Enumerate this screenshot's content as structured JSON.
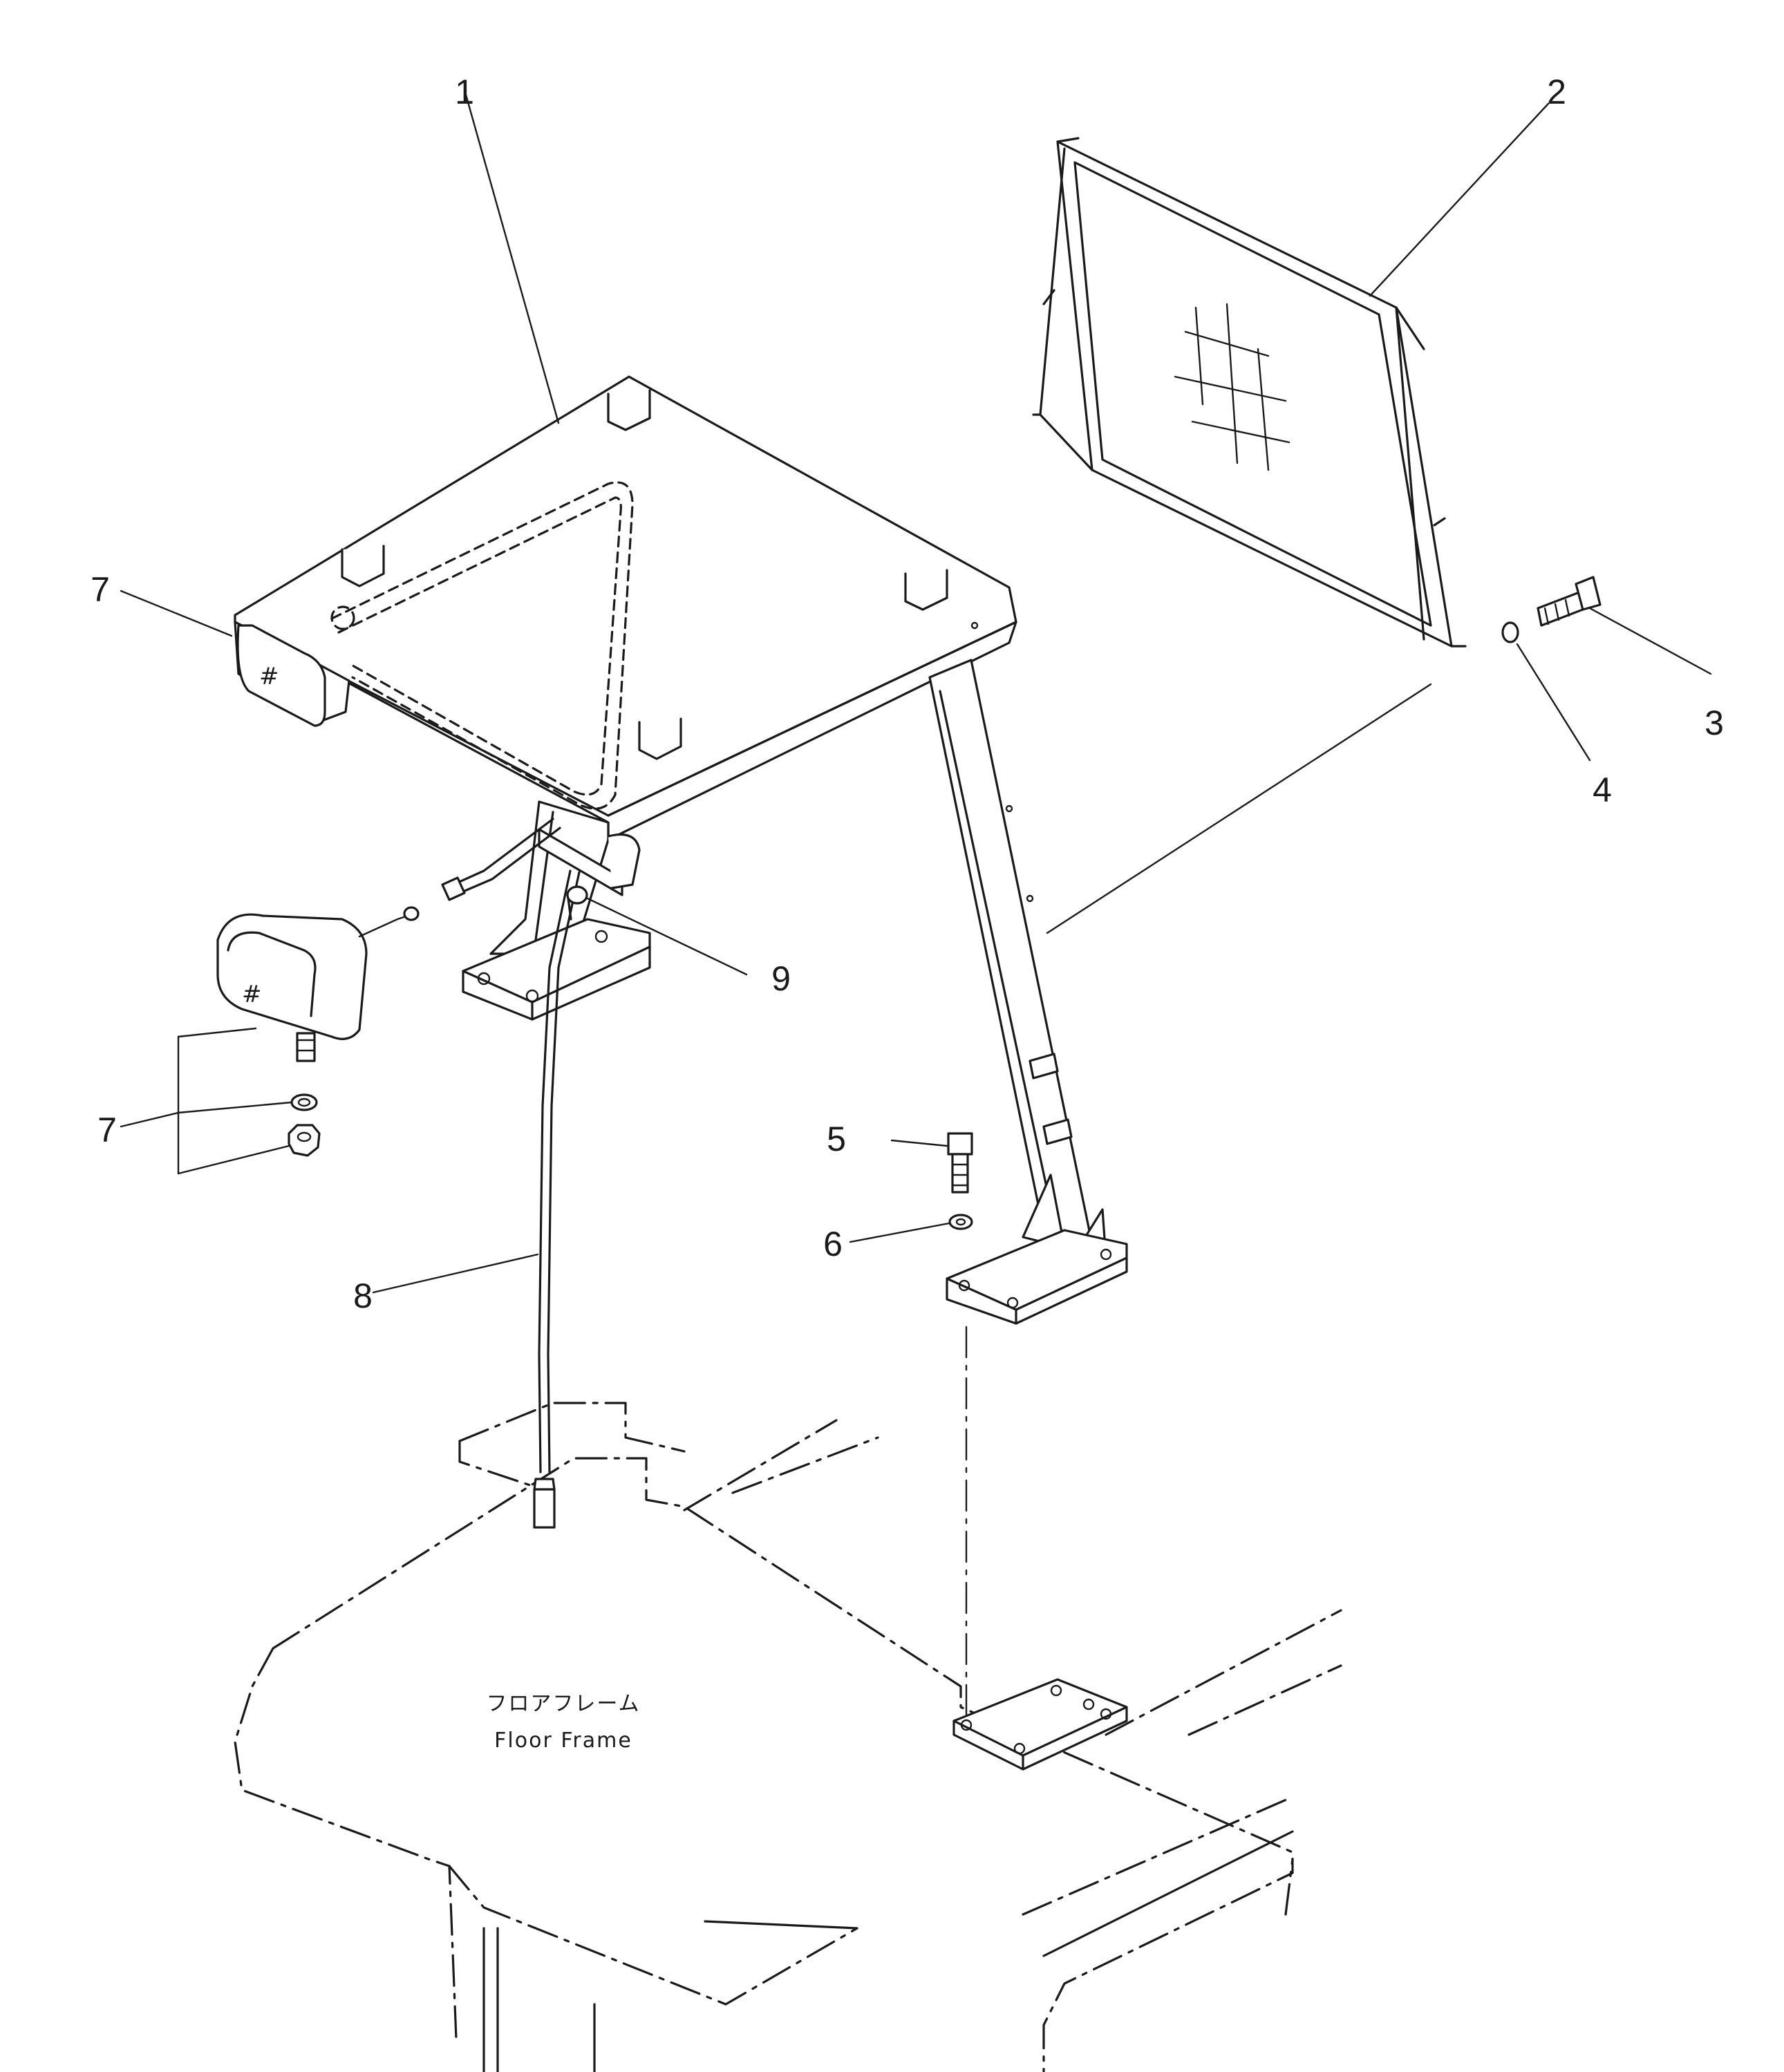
{
  "callouts": {
    "c1": "1",
    "c2": "2",
    "c3": "3",
    "c4": "4",
    "c5": "5",
    "c6": "6",
    "c7a": "7",
    "c7b": "7",
    "c8": "8",
    "c9": "9"
  },
  "floor_frame": {
    "label_jp": "フロアフレーム",
    "label_en": "Floor Frame"
  },
  "lamp_marks": {
    "lamp_top": "#",
    "lamp_bottom": "#"
  }
}
